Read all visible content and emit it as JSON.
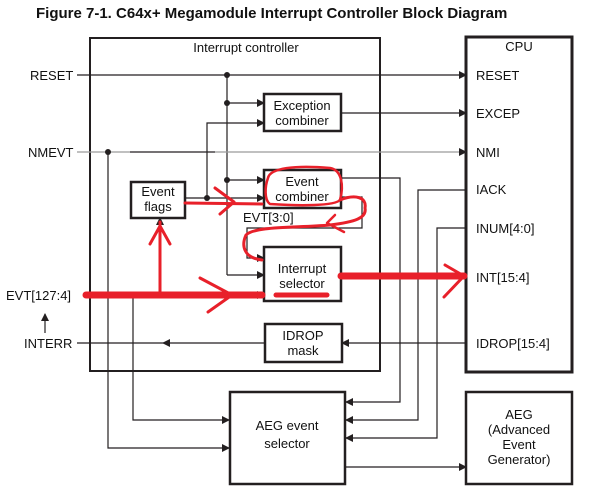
{
  "title": "Figure 7-1.  C64x+ Megamodule Interrupt Controller Block Diagram",
  "interrupt_controller": {
    "label": "Interrupt controller"
  },
  "inputs": {
    "reset": "RESET",
    "nmevt": "NMEVT",
    "evt": "EVT[127:4]",
    "interr": "INTERR"
  },
  "blocks": {
    "exception_combiner": [
      "Exception",
      "combiner"
    ],
    "event_flags": [
      "Event",
      "flags"
    ],
    "event_combiner": [
      "Event",
      "combiner"
    ],
    "interrupt_selector": [
      "Interrupt",
      "selector"
    ],
    "idrop_mask": [
      "IDROP",
      "mask"
    ],
    "aeg_event_selector": [
      "AEG event",
      "selector"
    ],
    "aeg": [
      "AEG",
      "(Advanced",
      "Event",
      "Generator)"
    ]
  },
  "evt_bus_label": "EVT[3:0]",
  "cpu": {
    "label": "CPU",
    "ports": {
      "reset": "RESET",
      "excep": "EXCEP",
      "nmi": "NMI",
      "iack": "IACK",
      "inum": "INUM[4:0]",
      "int": "INT[15:4]",
      "idrop": "IDROP[15:4]"
    }
  },
  "annotation": {
    "color": "#e8202a"
  },
  "colors": {
    "line": "#231f20",
    "grey_line": "#9a9a9a"
  }
}
